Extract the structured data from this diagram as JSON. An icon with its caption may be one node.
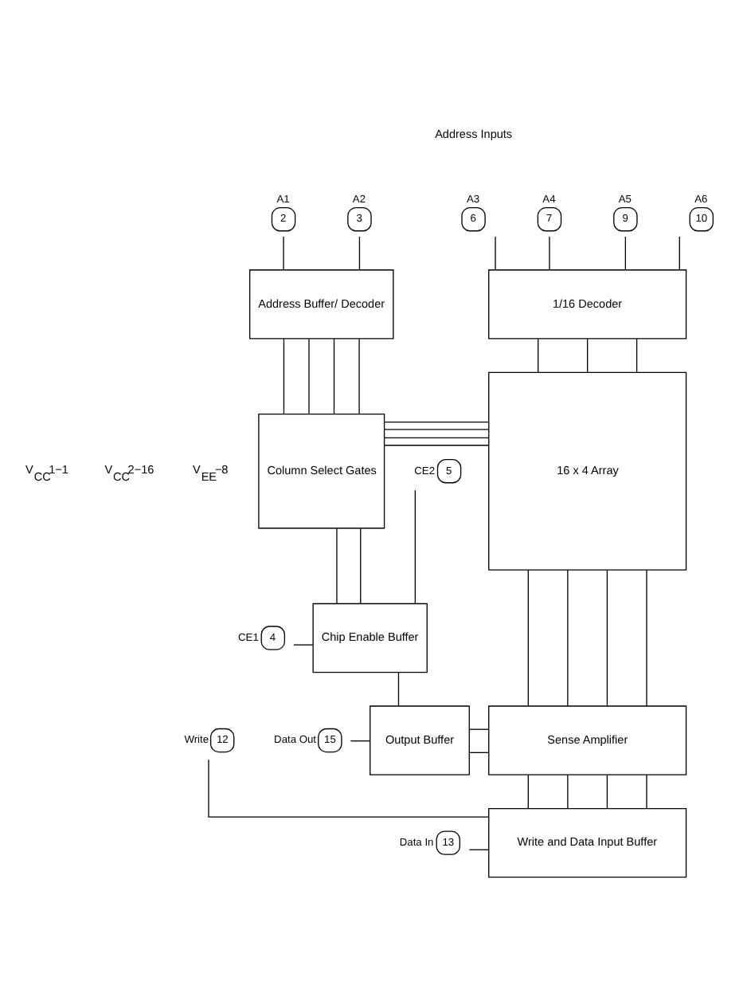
{
  "diagram": {
    "nodes": [
      {
        "text": [
          "2"
        ],
        "beside": [
          "A1"
        ]
      },
      {
        "text": [
          "3"
        ],
        "beside": [
          "A2"
        ]
      },
      {
        "text": [
          "6"
        ],
        "beside": [
          "A3"
        ]
      },
      {
        "text": [
          "7"
        ],
        "beside": [
          "A4"
        ]
      },
      {
        "text": [
          "9"
        ],
        "beside": [
          "A5"
        ]
      },
      {
        "text": [
          "10"
        ],
        "beside": [
          "A6"
        ]
      },
      {
        "text": [
          "Address Buffer/ Decoder"
        ]
      },
      {
        "text": [
          "1/16 Decoder"
        ]
      },
      {
        "text": [
          "Column Select Gates"
        ]
      },
      {
        "text": [
          "16 x 4 Array"
        ]
      },
      {
        "text": [
          "4"
        ],
        "beside": [
          "CE1"
        ]
      },
      {
        "text": [
          "5"
        ],
        "beside": [
          "CE2"
        ]
      },
      {
        "text": [
          "Chip Enable Buffer"
        ]
      },
      {
        "text": [
          "15"
        ],
        "beside": [
          "Data Out"
        ]
      },
      {
        "text": [
          "Output Buffer"
        ]
      },
      {
        "text": [
          "Sense Amplifier"
        ]
      },
      {
        "text": [
          "13"
        ],
        "beside": [
          "Data In"
        ]
      },
      {
        "text": [
          "12"
        ],
        "beside": [
          "Write"
        ]
      },
      {
        "text": [
          "Write and Data Input Buffer"
        ]
      }
    ],
    "edges": [
      {
        "from": 0,
        "to": 6,
        "arrow": "none"
      },
      {
        "from": 1,
        "to": 6,
        "arrow": "none"
      },
      {
        "from": 2,
        "to": 7,
        "arrow": "none"
      },
      {
        "from": 3,
        "to": 7,
        "arrow": "none"
      },
      {
        "from": 4,
        "to": 7,
        "arrow": "none"
      },
      {
        "from": 5,
        "to": 7,
        "arrow": "none"
      },
      {
        "from": 6,
        "to": 8,
        "arrow": "none"
      },
      {
        "from": 6,
        "to": 8,
        "arrow": "none"
      },
      {
        "from": 6,
        "to": 8,
        "arrow": "none"
      },
      {
        "from": 6,
        "to": 8,
        "arrow": "none"
      },
      {
        "from": 7,
        "to": 9,
        "arrow": "none"
      },
      {
        "from": 7,
        "to": 9,
        "arrow": "none"
      },
      {
        "from": 7,
        "to": 9,
        "arrow": "none"
      },
      {
        "from": 8,
        "to": 9,
        "arrow": "none"
      },
      {
        "from": 8,
        "to": 9,
        "arrow": "none"
      },
      {
        "from": 8,
        "to": 9,
        "arrow": "none"
      },
      {
        "from": 8,
        "to": 9,
        "arrow": "none"
      },
      {
        "from": 8,
        "to": 12,
        "arrow": "none"
      },
      {
        "from": 8,
        "to": 12,
        "arrow": "none"
      },
      {
        "from": 10,
        "to": 12,
        "arrow": "none"
      },
      {
        "from": 11,
        "to": 12,
        "arrow": "none"
      },
      {
        "from": 12,
        "to": 14,
        "arrow": "none"
      },
      {
        "from": 13,
        "to": 14,
        "arrow": "none"
      },
      {
        "from": 14,
        "to": 15,
        "arrow": "none"
      },
      {
        "from": 14,
        "to": 15,
        "arrow": "none"
      },
      {
        "from": 9,
        "to": 15,
        "arrow": "none"
      },
      {
        "from": 9,
        "to": 15,
        "arrow": "none"
      },
      {
        "from": 9,
        "to": 15,
        "arrow": "none"
      },
      {
        "from": 9,
        "to": 15,
        "arrow": "none"
      },
      {
        "from": 15,
        "to": 18,
        "arrow": "none"
      },
      {
        "from": 15,
        "to": 18,
        "arrow": "none"
      },
      {
        "from": 15,
        "to": 18,
        "arrow": "none"
      },
      {
        "from": 15,
        "to": 18,
        "arrow": "none"
      },
      {
        "from": 16,
        "to": 18,
        "arrow": "none"
      },
      {
        "from": 17,
        "to": 18,
        "arrow": "none"
      }
    ],
    "labels": [
      "Address Inputs",
      "V$_{CC}$1−1",
      "V$_{CC}$2−16",
      "V$_{EE}$−8"
    ]
  }
}
